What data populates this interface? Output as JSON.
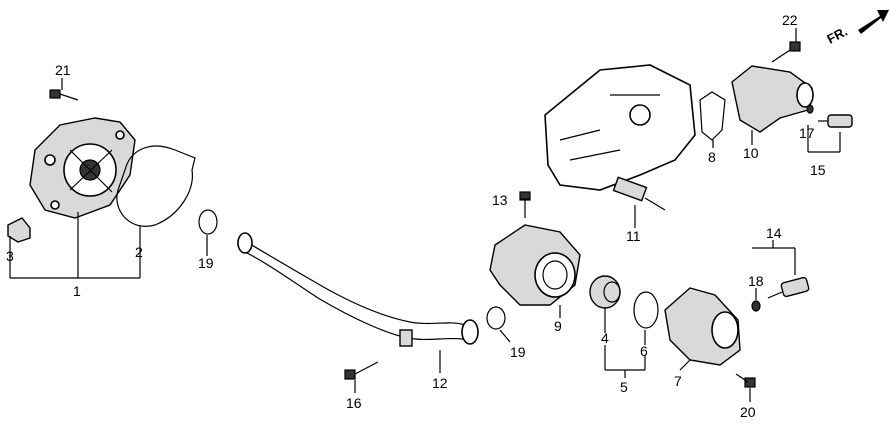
{
  "callouts": {
    "c1": "1",
    "c2": "2",
    "c3": "3",
    "c4": "4",
    "c5": "5",
    "c6": "6",
    "c7": "7",
    "c8": "8",
    "c9": "9",
    "c10": "10",
    "c11": "11",
    "c12": "12",
    "c13": "13",
    "c14": "14",
    "c15": "15",
    "c16": "16",
    "c17": "17",
    "c18": "18",
    "c19a": "19",
    "c19b": "19",
    "c20": "20",
    "c21": "21",
    "c22": "22"
  },
  "direction_label": "FR."
}
